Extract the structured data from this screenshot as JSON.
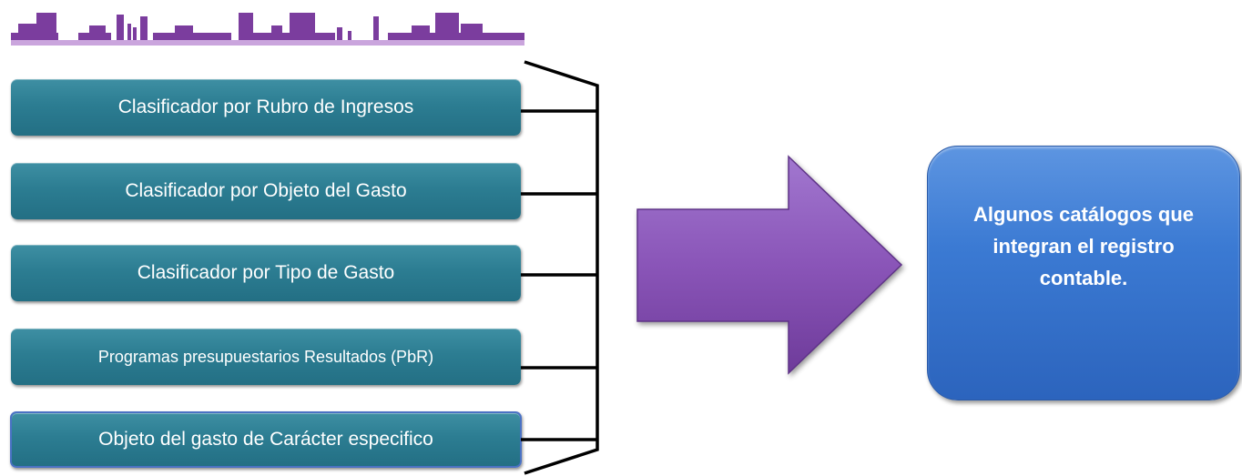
{
  "catalogs": [
    {
      "label": "Clasificador por Rubro de Ingresos"
    },
    {
      "label": "Clasificador por Objeto del Gasto"
    },
    {
      "label": "Clasificador por Tipo de Gasto"
    },
    {
      "label": "Programas presupuestarios Resultados (PbR)"
    },
    {
      "label": "Objeto del gasto de Carácter especifico"
    }
  ],
  "result": {
    "text": "Algunos catálogos que integran el registro contable."
  },
  "colors": {
    "box_fill": "#2c7d92",
    "arrow_fill": "#8a55b8",
    "result_fill": "#3b7ad3",
    "decor_bars": "#7b3d9e"
  }
}
